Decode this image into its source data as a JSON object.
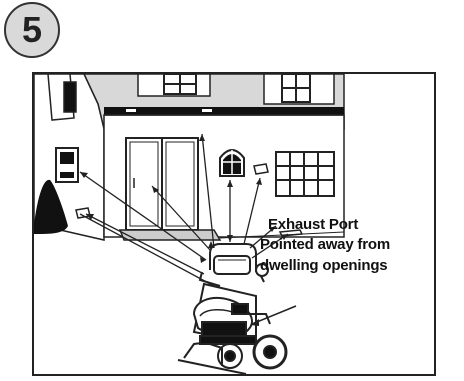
{
  "step": {
    "number": "5"
  },
  "callout": {
    "line1": "Exhaust Port",
    "line2": "Pointed away from",
    "line3": "dwelling openings"
  }
}
